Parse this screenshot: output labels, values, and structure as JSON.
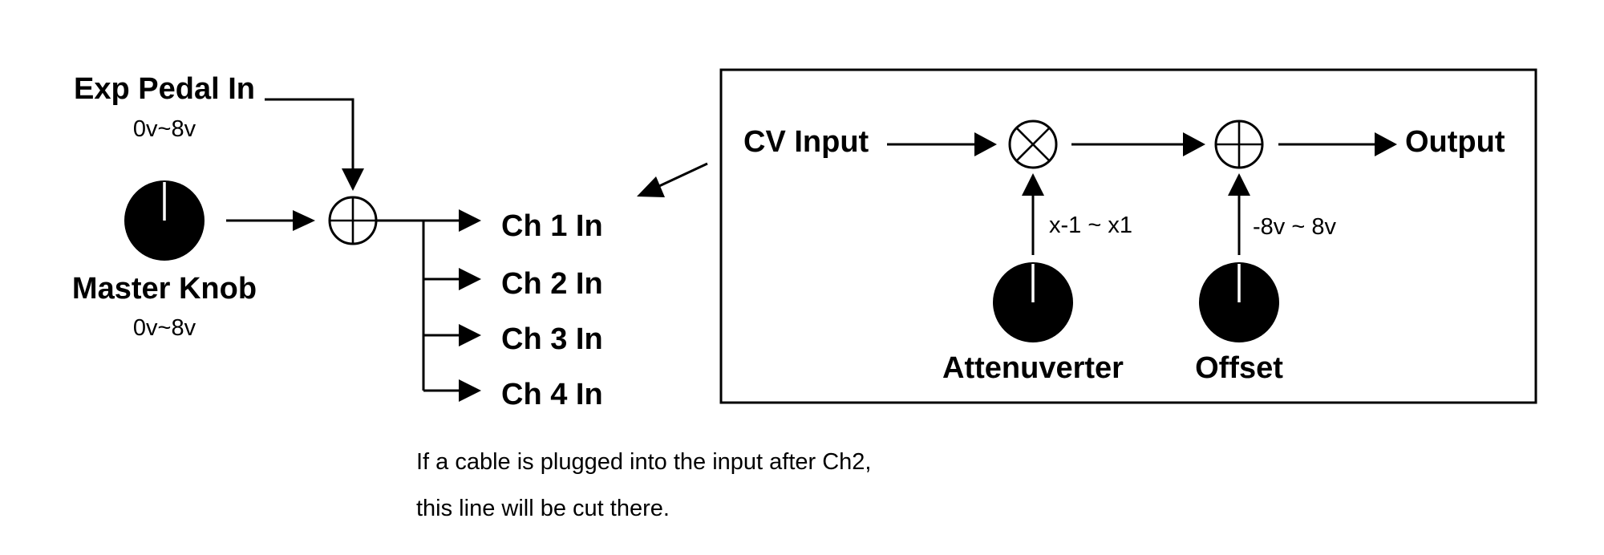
{
  "left": {
    "exp_pedal": {
      "label": "Exp Pedal In",
      "range": "0v~8v"
    },
    "master_knob": {
      "label": "Master Knob",
      "range": "0v~8v"
    },
    "channels": [
      "Ch 1 In",
      "Ch 2 In",
      "Ch 3 In",
      "Ch 4 In"
    ]
  },
  "panel": {
    "cv_input": "CV Input",
    "output": "Output",
    "attenuverter": {
      "label": "Attenuverter",
      "range": "x-1 ~ x1"
    },
    "offset": {
      "label": "Offset",
      "range": "-8v ~ 8v"
    }
  },
  "note": {
    "line1": "If a cable is plugged into the input after Ch2,",
    "line2": "this line will be cut there."
  },
  "icons": {
    "summing_junction": "circle-plus-icon",
    "multiplier": "circle-times-icon",
    "knob": "knob-icon",
    "arrow": "arrow-head-icon"
  },
  "colors": {
    "ink": "#000000",
    "background": "#ffffff"
  }
}
